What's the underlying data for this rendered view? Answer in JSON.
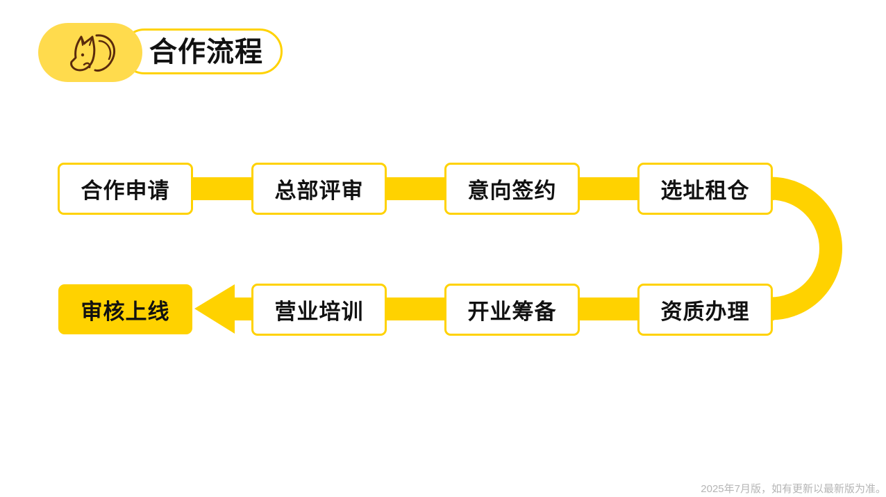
{
  "header": {
    "title": "合作流程",
    "icon": "squirrel-logo-icon"
  },
  "colors": {
    "accent": "#ffd200",
    "badge": "#ffdb4d",
    "text": "#111111",
    "footnote": "#b5b5b5"
  },
  "flow": {
    "row1": [
      "合作申请",
      "总部评审",
      "意向签约",
      "选址租仓"
    ],
    "row2": [
      "资质办理",
      "开业筹备",
      "营业培训",
      "审核上线"
    ]
  },
  "footnote": "2025年7月版，如有更新以最新版为准。"
}
